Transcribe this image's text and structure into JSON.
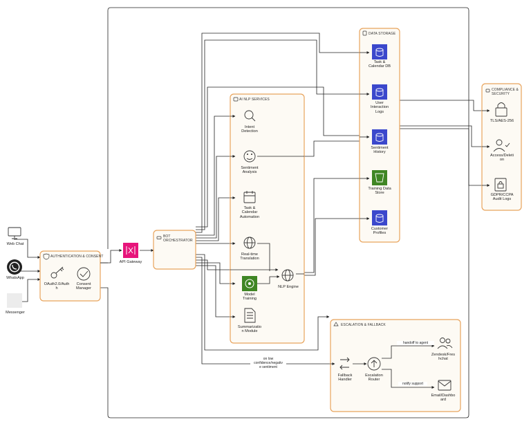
{
  "groups": {
    "auth": "AUTHENTICATION & CONSENT",
    "bot": "BOT ORCHESTRATOR",
    "nlp": "AI NLP SERVICES",
    "storage": "DATA STORAGE",
    "compliance": "COMPLIANCE & SECURITY",
    "escalation": "ESCALATION & FALLBACK"
  },
  "channels": {
    "webchat": "Web Chat",
    "whatsapp": "WhatsApp",
    "messenger": "Messenger"
  },
  "auth_nodes": {
    "oauth": "OAuth2.0/Auth",
    "oauth2": "h",
    "consent": "Consent",
    "consent2": "Manager"
  },
  "gateway": "API Gateway",
  "nlp_nodes": {
    "intent": [
      "Intent",
      "Detection"
    ],
    "sentiment": [
      "Sentiment",
      "Analysis"
    ],
    "task": [
      "Task &",
      "Calendar",
      "Automation"
    ],
    "translation": [
      "Real-time",
      "Translation"
    ],
    "model": [
      "Model",
      "Training"
    ],
    "engine": "NLP Engine",
    "summ": [
      "Summarizatio",
      "n Module"
    ]
  },
  "storage_nodes": {
    "taskdb": [
      "Task &",
      "Calendar DB"
    ],
    "logs": [
      "User",
      "Interaction",
      "Logs"
    ],
    "history": [
      "Sentiment",
      "History"
    ],
    "training": [
      "Training Data",
      "Store"
    ],
    "profiles": [
      "Customer",
      "Profiles"
    ]
  },
  "compliance_nodes": {
    "tls": "TLS/AES-256",
    "access": [
      "Access/Deleti",
      "on"
    ],
    "gdpr": [
      "GDPR/CCPA",
      "Audit Logs"
    ]
  },
  "escalation_nodes": {
    "fallback": [
      "Fallback",
      "Handler"
    ],
    "router": [
      "Escalation",
      "Router"
    ],
    "zendesk": [
      "Zendesk/Fres",
      "hchat"
    ],
    "email": [
      "Email/Dashbo",
      "ard"
    ]
  },
  "edge_labels": {
    "low_conf": [
      "on low",
      "confidence/negativ",
      "e sentiment"
    ],
    "handoff": "handoff to agent",
    "notify": "notify support"
  },
  "colors": {
    "group_border": "#e8a35c",
    "aws_green": "#3f8624",
    "aws_blue": "#3b48cc",
    "aws_pink": "#e7157b"
  }
}
